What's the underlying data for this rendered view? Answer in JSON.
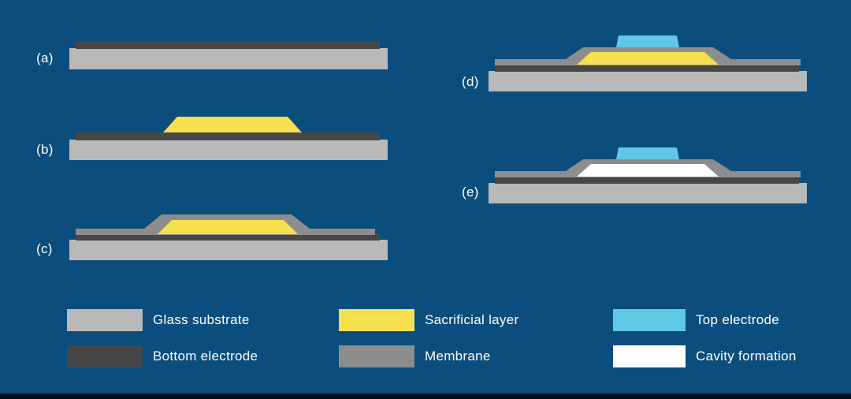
{
  "colors": {
    "background": "#0b4e7e",
    "glass_substrate": "#b9b9b9",
    "bottom_electrode": "#474747",
    "sacrificial_layer": "#f6e04e",
    "membrane": "#8d8d8d",
    "top_electrode": "#5ec8e5",
    "cavity": "#ffffff",
    "text": "#ffffff"
  },
  "steps": [
    {
      "label": "(a)"
    },
    {
      "label": "(b)"
    },
    {
      "label": "(c)"
    },
    {
      "label": "(d)"
    },
    {
      "label": "(e)"
    }
  ],
  "legend": {
    "items": [
      {
        "label": "Glass substrate"
      },
      {
        "label": "Bottom electrode"
      },
      {
        "label": "Sacrificial layer"
      },
      {
        "label": "Membrane"
      },
      {
        "label": "Top electrode"
      },
      {
        "label": "Cavity formation"
      }
    ]
  }
}
